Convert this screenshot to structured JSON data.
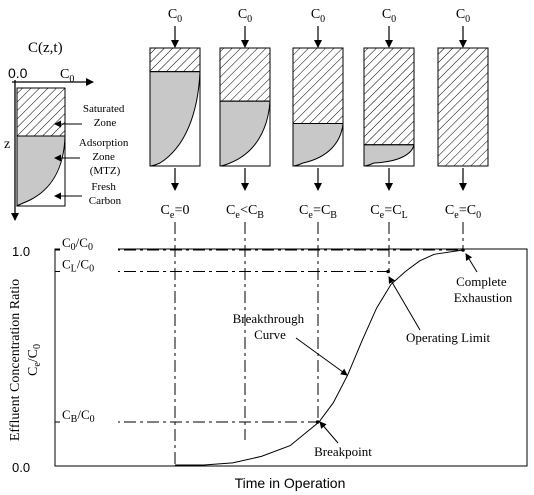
{
  "profile": {
    "title": "C(z,t)",
    "scale_start": "0.0",
    "scale_end": "C",
    "scale_end_sub": "0",
    "z_label": "z",
    "zones": [
      {
        "lines": [
          "Saturated",
          "Zone"
        ]
      },
      {
        "lines": [
          "Adsorption",
          "Zone",
          "(MTZ)"
        ]
      },
      {
        "lines": [
          "Fresh",
          "Carbon"
        ]
      }
    ]
  },
  "columns": [
    {
      "inlet": "C",
      "inlet_sub": "0",
      "outlet_parts": [
        {
          "t": "C"
        },
        {
          "t": "e",
          "sub": true
        },
        {
          "t": "=0"
        }
      ],
      "saturated_fraction": 0.2,
      "mtz_bottom_fraction": 1.0
    },
    {
      "inlet": "C",
      "inlet_sub": "0",
      "outlet_parts": [
        {
          "t": "C"
        },
        {
          "t": "e",
          "sub": true
        },
        {
          "t": "<C"
        },
        {
          "t": "B",
          "sub": true
        }
      ],
      "saturated_fraction": 0.45,
      "mtz_bottom_fraction": 1.0
    },
    {
      "inlet": "C",
      "inlet_sub": "0",
      "outlet_parts": [
        {
          "t": "C"
        },
        {
          "t": "e",
          "sub": true
        },
        {
          "t": "=C"
        },
        {
          "t": "B",
          "sub": true
        }
      ],
      "saturated_fraction": 0.64,
      "mtz_bottom_fraction": 1.0
    },
    {
      "inlet": "C",
      "inlet_sub": "0",
      "outlet_parts": [
        {
          "t": "C"
        },
        {
          "t": "e",
          "sub": true
        },
        {
          "t": "=C"
        },
        {
          "t": "L",
          "sub": true
        }
      ],
      "saturated_fraction": 0.82,
      "mtz_bottom_fraction": 1.0
    },
    {
      "inlet": "C",
      "inlet_sub": "0",
      "outlet_parts": [
        {
          "t": "C"
        },
        {
          "t": "e",
          "sub": true
        },
        {
          "t": "=C"
        },
        {
          "t": "0",
          "sub": true
        }
      ],
      "saturated_fraction": 1.0,
      "mtz_bottom_fraction": 1.0
    }
  ],
  "chart": {
    "y_top_label": "1.0",
    "y_bottom_label": "0.0",
    "y_axis_title": "Effluent Concentration Ratio",
    "y_ratio_num": "C",
    "y_ratio_num_sub": "e",
    "y_ratio_den": "C",
    "y_ratio_den_sub": "0",
    "x_axis_title": "Time in Operation",
    "ref_levels": [
      {
        "base": "C",
        "sub": "0",
        "den": "C",
        "den_sub": "0"
      },
      {
        "base": "C",
        "sub": "L",
        "den": "C",
        "den_sub": "0"
      },
      {
        "base": "C",
        "sub": "B",
        "den": "C",
        "den_sub": "0"
      }
    ],
    "annotations": {
      "curve": [
        "Breakthrough",
        "Curve"
      ],
      "operating_limit": "Operating Limit",
      "breakpoint": "Breakpoint",
      "exhaustion": [
        "Complete",
        "Exhaustion"
      ]
    }
  },
  "chart_data": {
    "type": "line",
    "title": "",
    "xlabel": "Time in Operation",
    "ylabel": "Effluent Concentration Ratio Ce/C0",
    "ylim": [
      0.0,
      1.0
    ],
    "y_reference_levels": {
      "C0/C0": 1.0,
      "CL/C0": 0.9,
      "CB/C0": 0.2
    },
    "series": [
      {
        "x": [
          0.0,
          0.1,
          0.2,
          0.3,
          0.4,
          0.5,
          0.55,
          0.6,
          0.65,
          0.7,
          0.75,
          0.8,
          0.85,
          0.9,
          1.0
        ],
        "y": [
          0.0,
          0.0,
          0.01,
          0.04,
          0.09,
          0.2,
          0.29,
          0.42,
          0.58,
          0.73,
          0.84,
          0.9,
          0.95,
          0.98,
          1.0
        ]
      }
    ]
  }
}
